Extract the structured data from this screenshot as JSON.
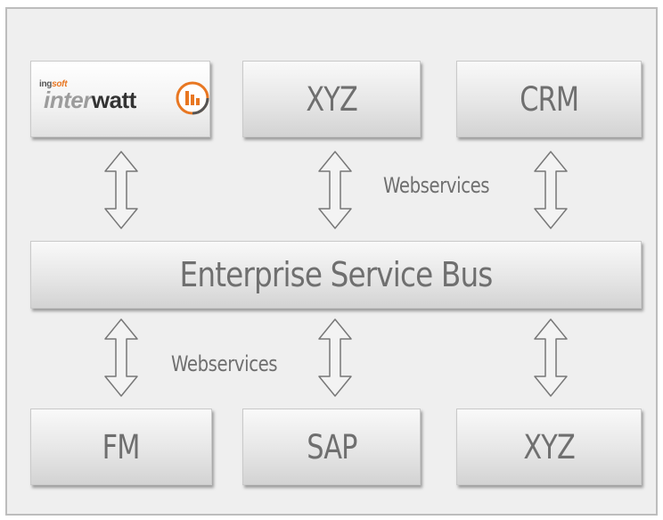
{
  "diagram": {
    "top_row": {
      "logo": {
        "prefix_small": "ing",
        "prefix_accent": "soft",
        "word_inter": "inter",
        "word_watt": "watt",
        "brand_color": "#e87722"
      },
      "middle": "XYZ",
      "right": "CRM"
    },
    "bus_label": "Enterprise Service Bus",
    "webservices_top": "Webservices",
    "webservices_bottom": "Webservices",
    "bottom_row": {
      "left": "FM",
      "middle": "SAP",
      "right": "XYZ"
    },
    "colors": {
      "box_text": "#6f6f6f",
      "frame_border": "#bdbdbd",
      "background": "#efefef"
    }
  }
}
